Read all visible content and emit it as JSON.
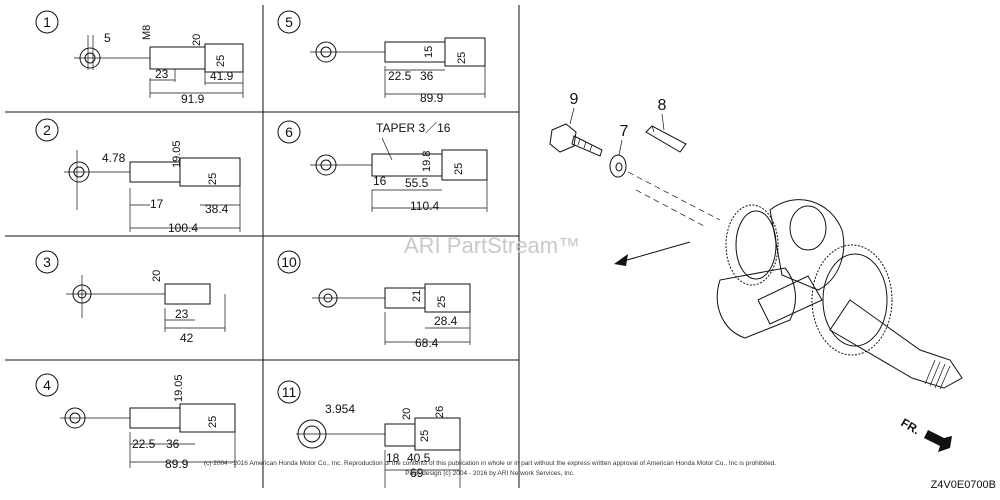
{
  "panels": [
    {
      "id": "1",
      "labels": [
        "5",
        "M8",
        "20",
        "25",
        "23",
        "41.9",
        "91.9"
      ]
    },
    {
      "id": "2",
      "labels": [
        "4.78",
        "19.05",
        "25",
        "17",
        "38.4",
        "100.4"
      ]
    },
    {
      "id": "3",
      "labels": [
        "20",
        "23",
        "42"
      ]
    },
    {
      "id": "4",
      "labels": [
        "19.05",
        "25",
        "22.5",
        "36",
        "89.9"
      ]
    },
    {
      "id": "5",
      "labels": [
        "15",
        "25",
        "22.5",
        "36",
        "89.9"
      ]
    },
    {
      "id": "6",
      "labels": [
        "TAPER 3／16",
        "19.8",
        "25",
        "16",
        "55.5",
        "110.4"
      ]
    },
    {
      "id": "10",
      "labels": [
        "21",
        "25",
        "28.4",
        "68.4"
      ]
    },
    {
      "id": "11",
      "labels": [
        "3.954",
        "20",
        "26",
        "25",
        "18",
        "40.5",
        "69"
      ]
    }
  ],
  "callouts": {
    "bolt": "9",
    "washer": "7",
    "key": "8"
  },
  "watermark": "ARI PartStream™",
  "direction_marker": "FR.",
  "drawing_code": "Z4V0E0700B",
  "footer_line1": "(c) 2004 - 2016 American Honda Motor Co., Inc. Reproduction of the contents of this publication in whole or in part without the express written approval of American Honda Motor Co., Inc is prohibited.",
  "footer_line2": "Page design (c) 2004 - 2016 by ARI Network Services, Inc."
}
